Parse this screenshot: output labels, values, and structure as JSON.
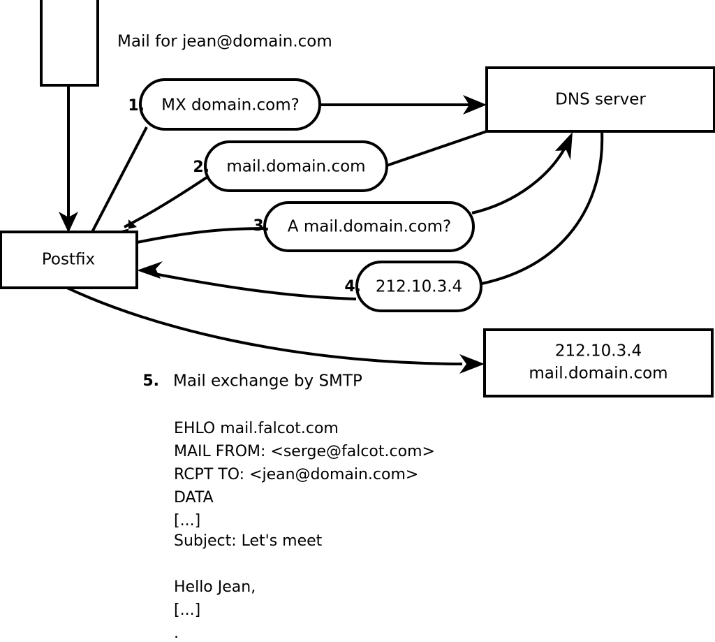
{
  "diagram": {
    "title_note": "Mail for jean@domain.com",
    "nodes": {
      "sender_box": {
        "label": ""
      },
      "postfix_box": {
        "label": "Postfix"
      },
      "dns_box": {
        "label": "DNS server"
      },
      "target_box": {
        "line1": "212.10.3.4",
        "line2": "mail.domain.com"
      }
    },
    "steps": [
      {
        "num": "1.",
        "label": "MX domain.com?"
      },
      {
        "num": "2.",
        "label": "mail.domain.com"
      },
      {
        "num": "3.",
        "label": "A mail.domain.com?"
      },
      {
        "num": "4.",
        "label": "212.10.3.4"
      }
    ],
    "smtp_step": {
      "num": "5.",
      "label": "Mail exchange by SMTP"
    },
    "transcript": [
      "EHLO mail.falcot.com",
      "MAIL FROM: <serge@falcot.com>",
      "RCPT TO: <jean@domain.com>",
      "DATA",
      "[...]",
      "Subject: Let's meet",
      "",
      "Hello Jean,",
      "[...]",
      "."
    ],
    "colors": {
      "stroke": "#000000",
      "fill": "#ffffff",
      "text": "#000000"
    }
  }
}
